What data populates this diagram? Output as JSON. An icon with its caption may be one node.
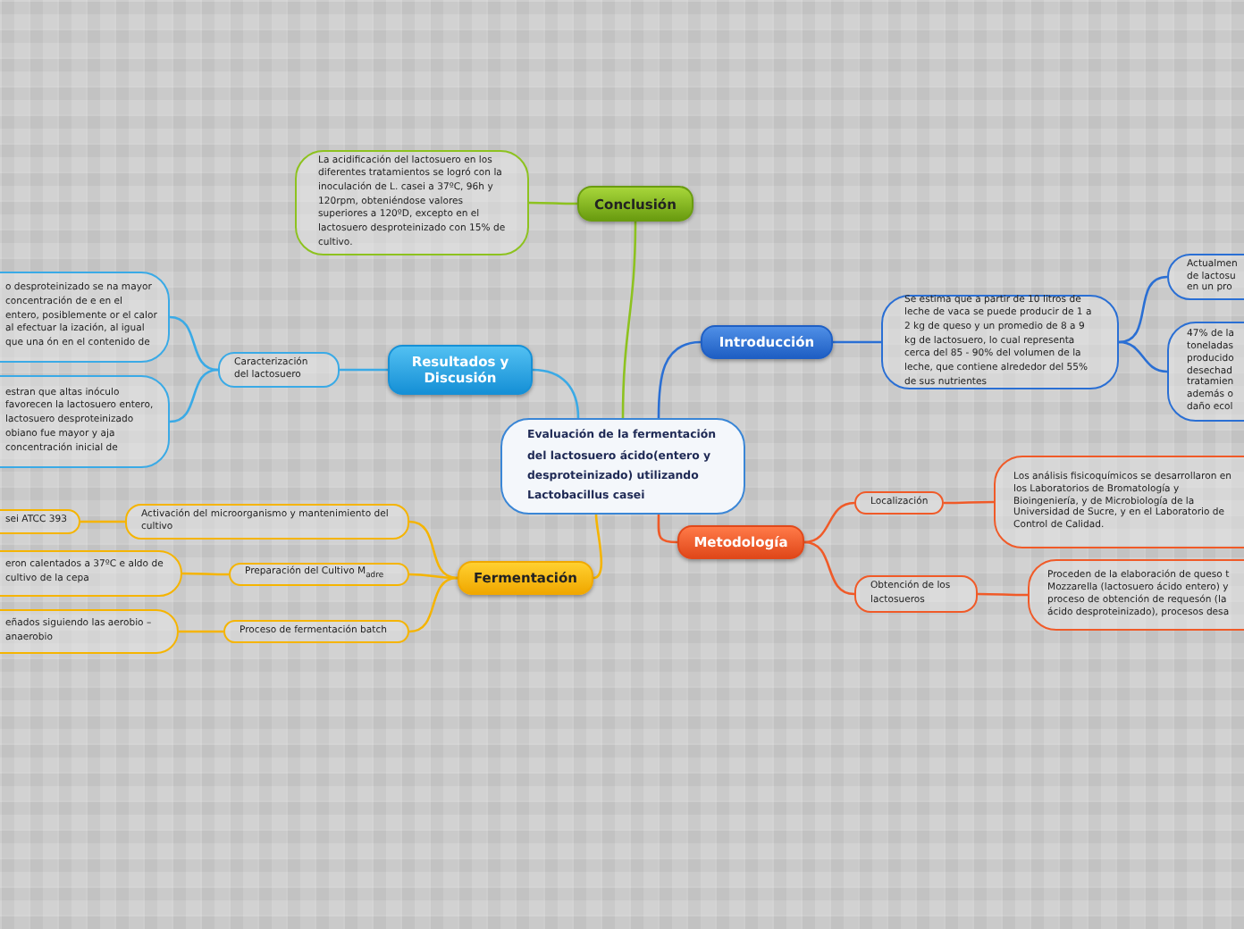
{
  "diagram": {
    "nodes": [
      {
        "text": [
          "Evaluación de la fermentación del lactosuero ácido(entero y desproteinizado) utilizando Lactobacillus casei"
        ]
      },
      {
        "text": [
          "Conclusión"
        ]
      },
      {
        "text": [
          "La acidificación del lactosuero en los diferentes tratamientos se logró con la inoculación de L. casei a 37ºC, 96h y 120rpm, obteniéndose valores superiores a 120ºD, excepto en el lactosuero desproteinizado con 15% de cultivo."
        ]
      },
      {
        "text": [
          "Introducción"
        ]
      },
      {
        "text": [
          "Se estima que a partir de 10 litros de leche de vaca se puede producir de 1 a 2 kg de queso y un promedio de 8 a 9 kg de lactosuero, lo cual representa cerca del 85 - 90% del volumen de la leche, que contiene alrededor del 55% de sus nutrientes"
        ]
      },
      {
        "text": [
          "Actualmen de lactosu en un pro"
        ]
      },
      {
        "text": [
          "47% de la toneladas producido desechad tratamien además o daño ecol"
        ]
      },
      {
        "text": [
          "Metodología"
        ]
      },
      {
        "text": [
          "Localización"
        ]
      },
      {
        "text": [
          "Los análisis fisicoquímicos se desarrollaron en los Laboratorios de Bromatología y Bioingeniería, y de Microbiología de la Universidad de Sucre, y en el Laboratorio de Control de Calidad."
        ]
      },
      {
        "text": [
          "Obtención de los lactosueros"
        ]
      },
      {
        "text": [
          "Proceden de la elaboración de queso t Mozzarella (lactosuero ácido entero) y proceso de obtención de requesón (la ácido desproteinizado), procesos desa"
        ]
      },
      {
        "text": [
          "Resultados y Discusión"
        ]
      },
      {
        "text": [
          "Caracterización del lactosuero"
        ]
      },
      {
        "text": [
          "o desproteinizado se na mayor concentración de e en el entero, posiblemente or el calor al efectuar la ización, al igual que una ón en el contenido de"
        ]
      },
      {
        "text": [
          "estran que altas inóculo favorecen la lactosuero entero, lactosuero desproteinizado obiano fue mayor y aja concentración inicial de"
        ]
      },
      {
        "text": [
          "Fermentación"
        ]
      },
      {
        "text": [
          "Activación del microorganismo y mantenimiento del cultivo"
        ]
      },
      {
        "text": [
          "sei ATCC 393"
        ]
      },
      {
        "text": [
          "Preparación del Cultivo M$_{adre}$"
        ]
      },
      {
        "text": [
          "eron calentados a 37ºC e aldo de cultivo de la cepa"
        ]
      },
      {
        "text": [
          "Proceso de fermentación batch"
        ]
      },
      {
        "text": [
          "eñados siguiendo las aerobio – anaerobio"
        ]
      }
    ],
    "edges": [
      {
        "from": 0,
        "to": 1,
        "arrow": "none",
        "color": "#8dc21f"
      },
      {
        "from": 1,
        "to": 2,
        "arrow": "none",
        "color": "#8dc21f"
      },
      {
        "from": 0,
        "to": 3,
        "arrow": "none",
        "color": "#2a6fd4"
      },
      {
        "from": 3,
        "to": 4,
        "arrow": "none",
        "color": "#2a6fd4"
      },
      {
        "from": 4,
        "to": 5,
        "arrow": "none",
        "color": "#2a6fd4"
      },
      {
        "from": 4,
        "to": 6,
        "arrow": "none",
        "color": "#2a6fd4"
      },
      {
        "from": 0,
        "to": 7,
        "arrow": "none",
        "color": "#f05a28"
      },
      {
        "from": 7,
        "to": 8,
        "arrow": "none",
        "color": "#f05a28"
      },
      {
        "from": 8,
        "to": 9,
        "arrow": "none",
        "color": "#f05a28"
      },
      {
        "from": 7,
        "to": 10,
        "arrow": "none",
        "color": "#f05a28"
      },
      {
        "from": 10,
        "to": 11,
        "arrow": "none",
        "color": "#f05a28"
      },
      {
        "from": 0,
        "to": 12,
        "arrow": "none",
        "color": "#3aaae6"
      },
      {
        "from": 12,
        "to": 13,
        "arrow": "none",
        "color": "#3aaae6"
      },
      {
        "from": 13,
        "to": 14,
        "arrow": "none",
        "color": "#3aaae6"
      },
      {
        "from": 13,
        "to": 15,
        "arrow": "none",
        "color": "#3aaae6"
      },
      {
        "from": 0,
        "to": 16,
        "arrow": "none",
        "color": "#f5b400"
      },
      {
        "from": 16,
        "to": 17,
        "arrow": "none",
        "color": "#f5b400"
      },
      {
        "from": 17,
        "to": 18,
        "arrow": "none",
        "color": "#f5b400"
      },
      {
        "from": 16,
        "to": 19,
        "arrow": "none",
        "color": "#f5b400"
      },
      {
        "from": 19,
        "to": 20,
        "arrow": "none",
        "color": "#f5b400"
      },
      {
        "from": 16,
        "to": 21,
        "arrow": "none",
        "color": "#f5b400"
      },
      {
        "from": 21,
        "to": 22,
        "arrow": "none",
        "color": "#f5b400"
      }
    ]
  }
}
